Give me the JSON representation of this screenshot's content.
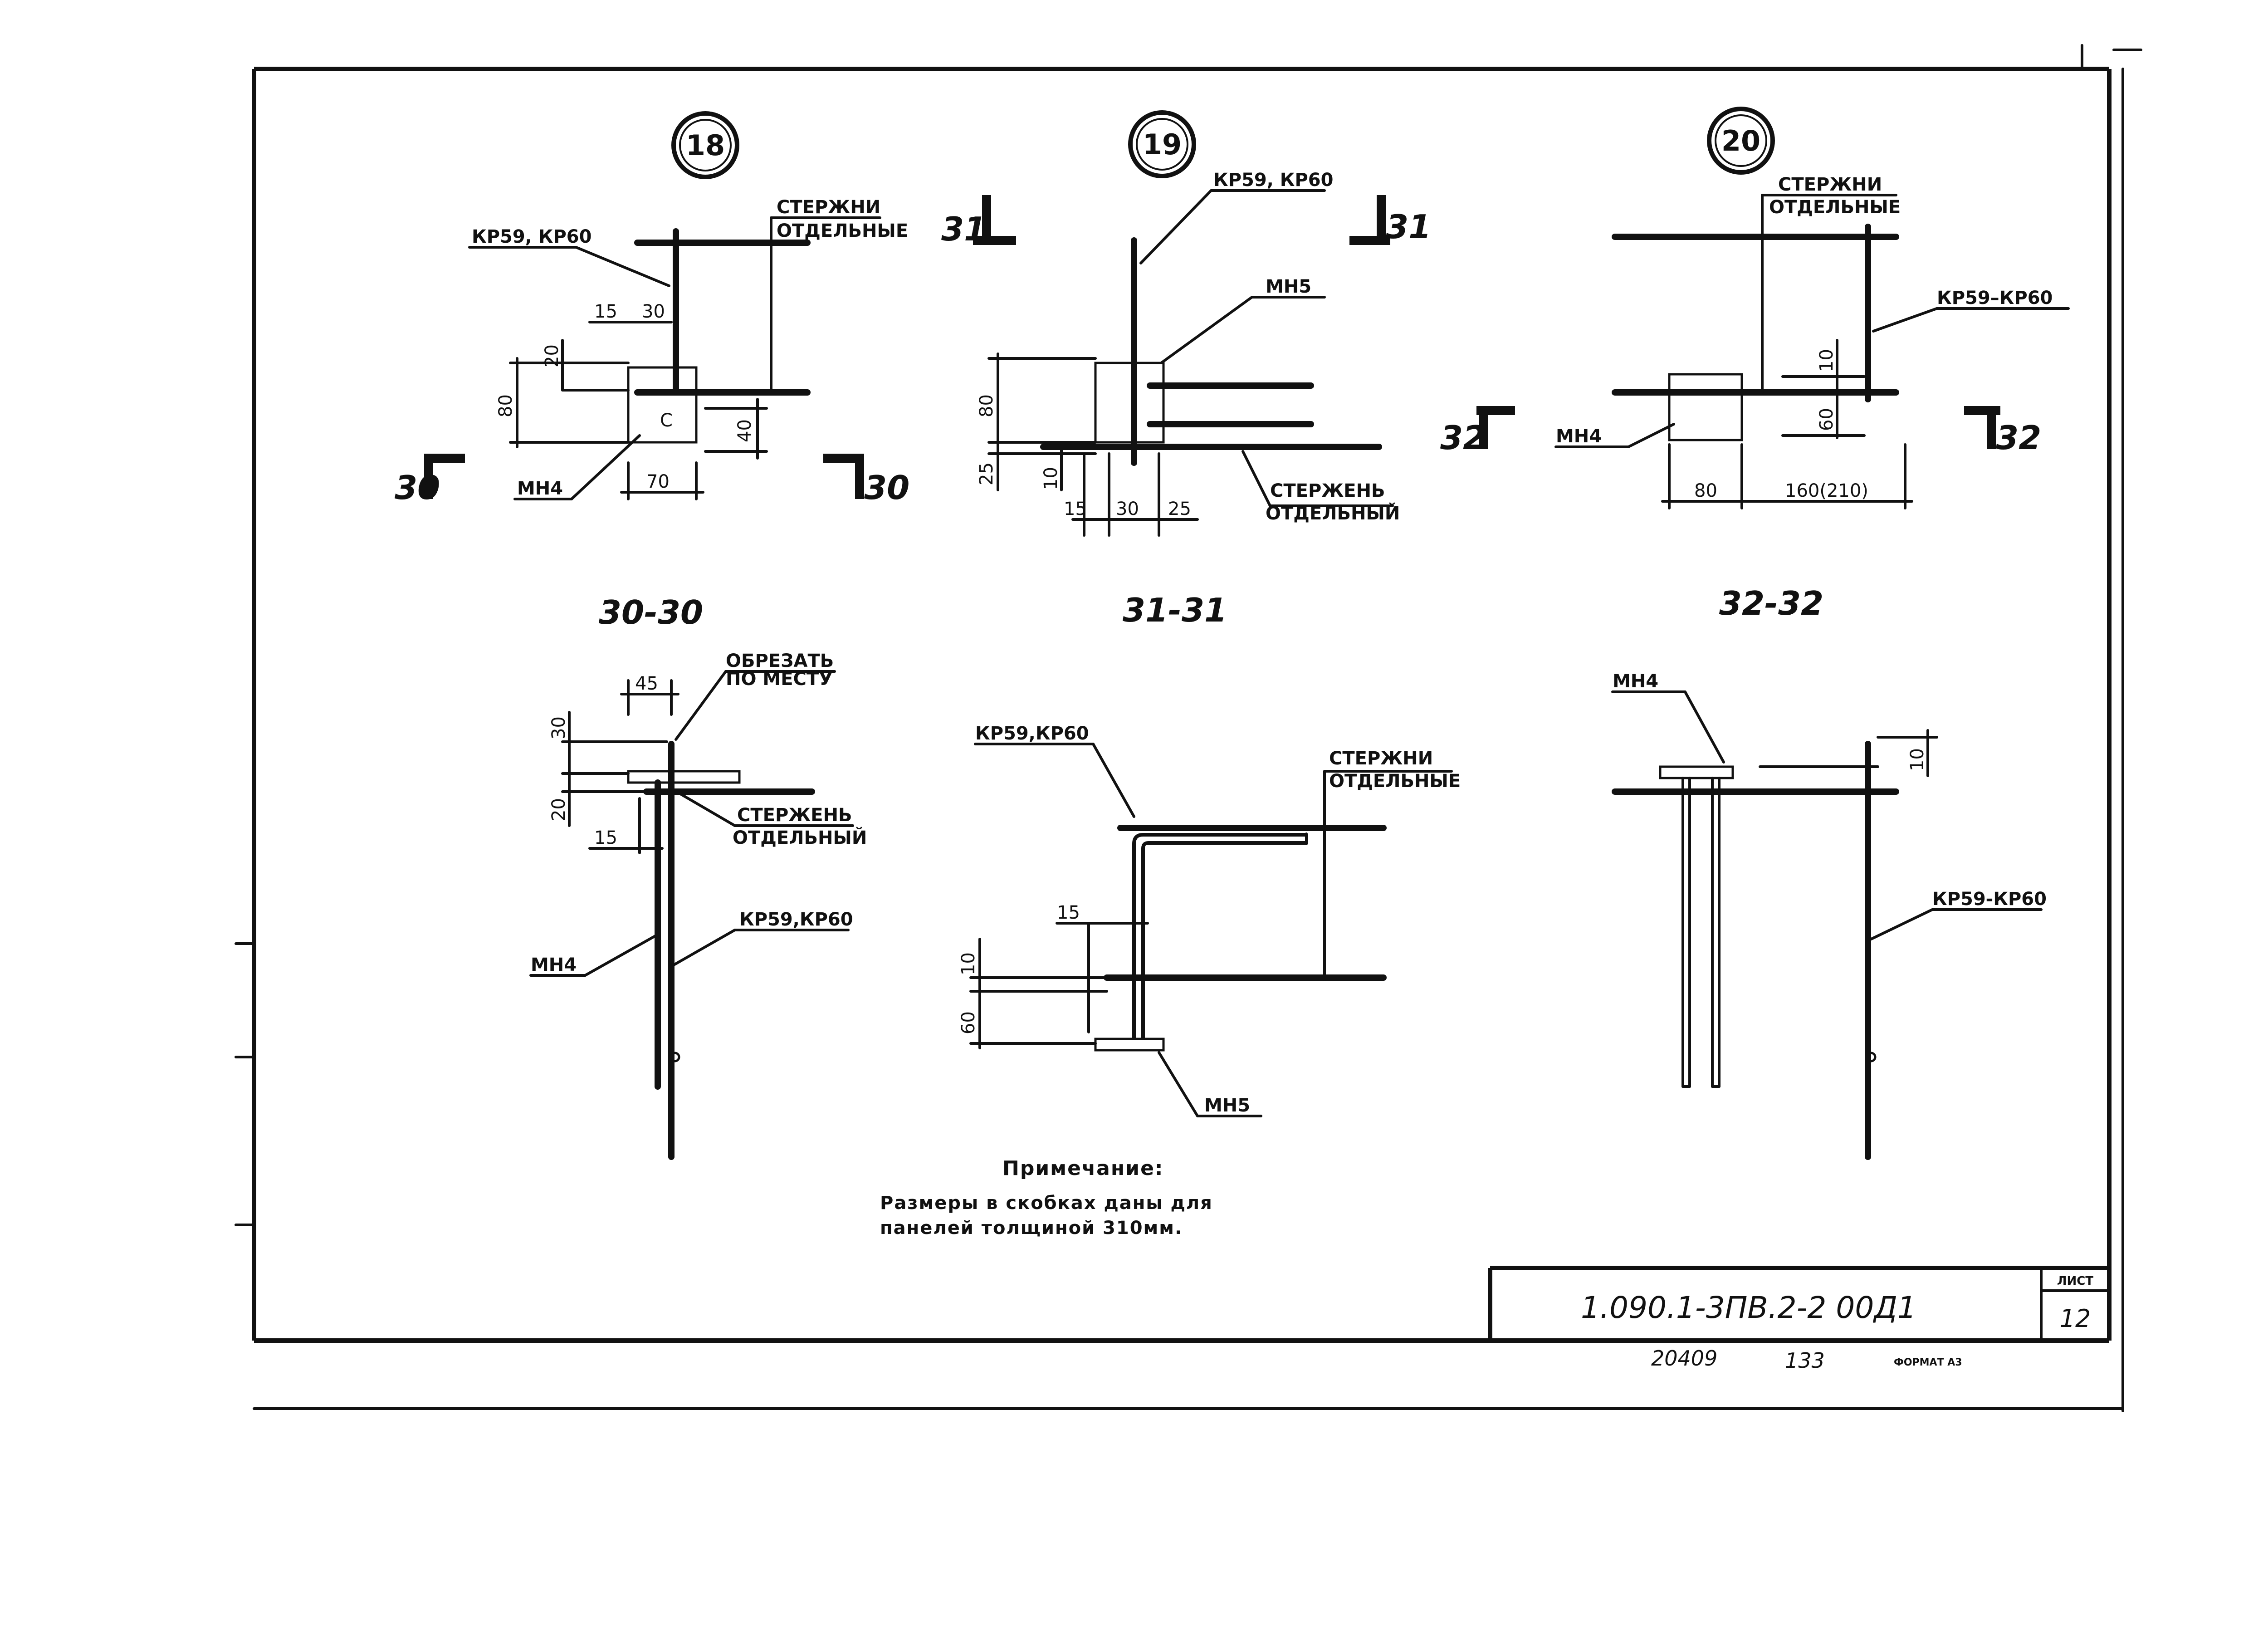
{
  "details": [
    {
      "number": "18",
      "labels": {
        "bar_note_top": "СТЕРЖНИ",
        "bar_note_bottom": "ОТДЕЛЬНЫЕ",
        "frame": "КР59, КР60",
        "plate": "МН4",
        "plate_mark": "С"
      },
      "dims": {
        "d15": "15",
        "d30": "30",
        "d20": "20",
        "d80": "80",
        "d40": "40",
        "d70": "70"
      },
      "section_marks": {
        "left": "30",
        "right": "30"
      }
    },
    {
      "number": "19",
      "labels": {
        "frame": "КР59, КР60",
        "plate": "МН5",
        "bar_note_top": "СТЕРЖЕНЬ",
        "bar_note_bottom": "ОТДЕЛЬНЫЙ"
      },
      "dims": {
        "d80": "80",
        "d25v": "25",
        "d10": "10",
        "d15": "15",
        "d30": "30",
        "d25": "25"
      },
      "section_marks": {
        "left": "31",
        "right": "31"
      }
    },
    {
      "number": "20",
      "labels": {
        "bar_note_top": "СТЕРЖНИ",
        "bar_note_bottom": "ОТДЕЛЬНЫЕ",
        "frame": "КР59–КР60",
        "plate": "МН4"
      },
      "dims": {
        "d10": "10",
        "d60": "60",
        "d80": "80",
        "d160": "160(210)"
      },
      "section_marks": {
        "left": "32",
        "right": "32"
      }
    }
  ],
  "sections": [
    {
      "title": "30-30",
      "labels": {
        "cut_top": "ОБРЕЗАТЬ",
        "cut_bottom": "ПО МЕСТУ",
        "bar_top": "СТЕРЖЕНЬ",
        "bar_bottom": "ОТДЕЛЬНЫЙ",
        "frame": "КР59,КР60",
        "plate": "МН4"
      },
      "dims": {
        "d45": "45",
        "d30": "30",
        "d20": "20",
        "d15": "15"
      }
    },
    {
      "title": "31-31",
      "labels": {
        "frame": "КР59,КР60",
        "bar_top": "СТЕРЖНИ",
        "bar_bottom": "ОТДЕЛЬНЫЕ",
        "plate": "МН5"
      },
      "dims": {
        "d15": "15",
        "d10": "10",
        "d60": "60"
      }
    },
    {
      "title": "32-32",
      "labels": {
        "plate": "МН4",
        "frame": "КР59-КР60"
      },
      "dims": {
        "d10": "10"
      }
    }
  ],
  "note": {
    "title": "Примечание:",
    "line1": "Размеры в скобках даны для",
    "line2": "панелей толщиной 310мм."
  },
  "title_block": {
    "code": "1.090.1-3ПВ.2-2   00Д1",
    "sheet_label": "ЛИСТ",
    "sheet_number": "12"
  },
  "footer": {
    "inventory": "20409",
    "copy": "133",
    "format": "ФОРМАТ А3"
  }
}
